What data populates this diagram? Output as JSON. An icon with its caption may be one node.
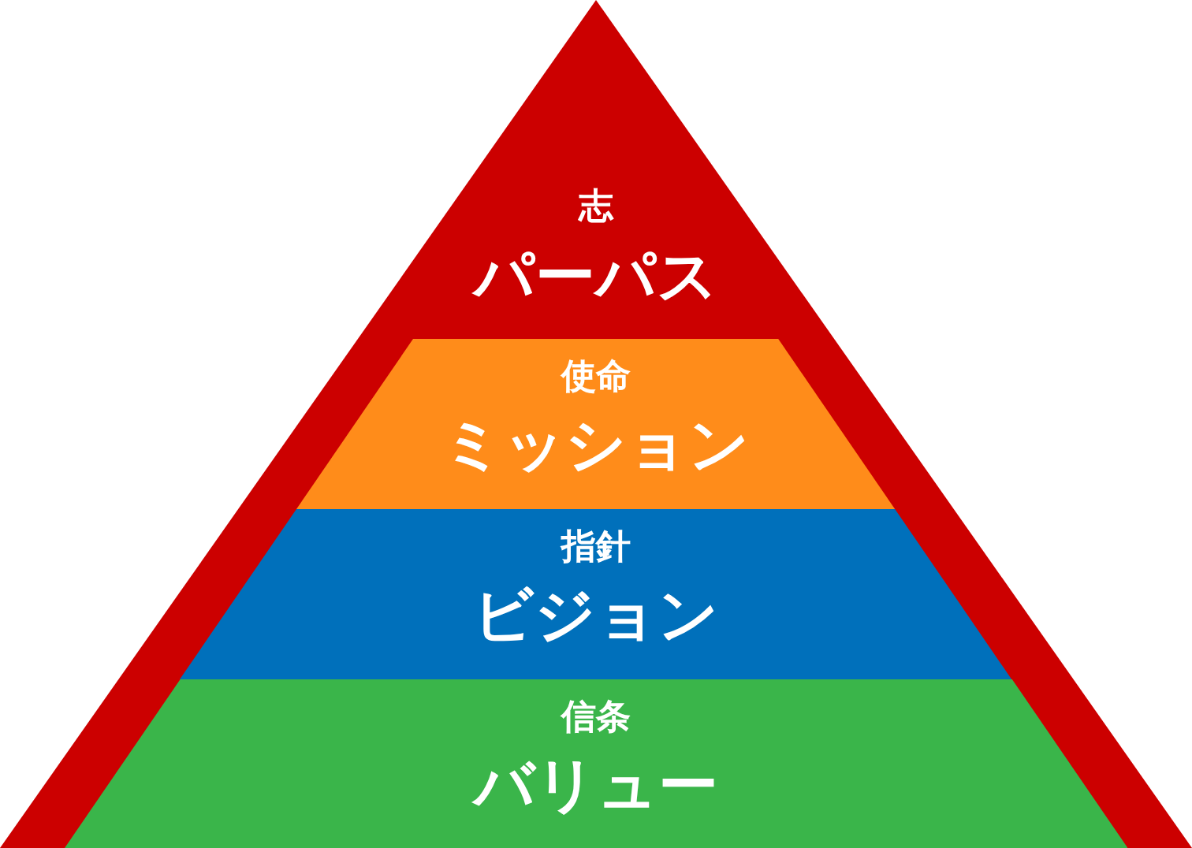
{
  "diagram": {
    "nodes": [
      {
        "text": [
          "志",
          "パーパス"
        ]
      },
      {
        "text": [
          "使命",
          "ミッション"
        ],
        "in": 0
      },
      {
        "text": [
          "指針",
          "ビジョン"
        ],
        "in": 0
      },
      {
        "text": [
          "信条",
          "バリュー"
        ],
        "in": 0
      }
    ]
  }
}
